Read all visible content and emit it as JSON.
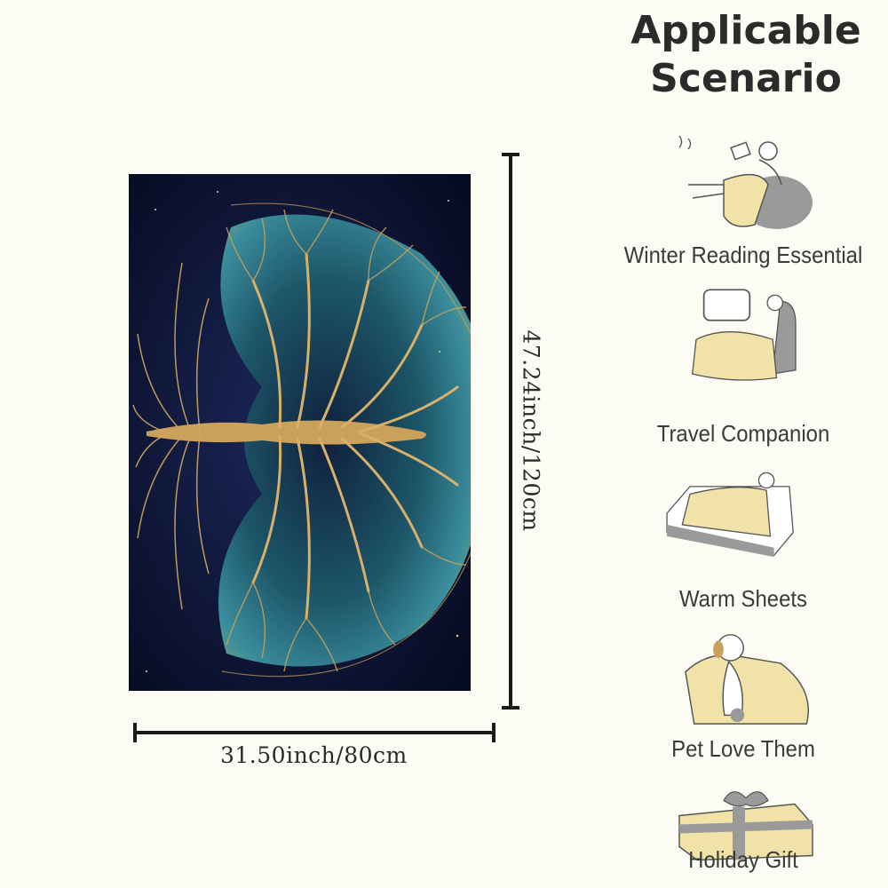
{
  "dimensions": {
    "height_label": "47.24inch/120cm",
    "width_label": "31.50inch/80cm"
  },
  "scenario": {
    "title": "Applicable Scenario",
    "items": [
      {
        "label": "Winter Reading Essential",
        "icon": "reading-person-icon"
      },
      {
        "label": "Travel Companion",
        "icon": "airplane-seat-icon"
      },
      {
        "label": "Warm Sheets",
        "icon": "bed-sleeping-icon"
      },
      {
        "label": "Pet Love Them",
        "icon": "dog-icon"
      },
      {
        "label": "Holiday Gift",
        "icon": "gift-box-icon"
      }
    ]
  },
  "colors": {
    "background": "#fdfcf4",
    "artwork_bg": "#0c1230",
    "gold": "#c9a15a",
    "teal": "#3f9aa8",
    "blanket": "#f1e2a8"
  }
}
